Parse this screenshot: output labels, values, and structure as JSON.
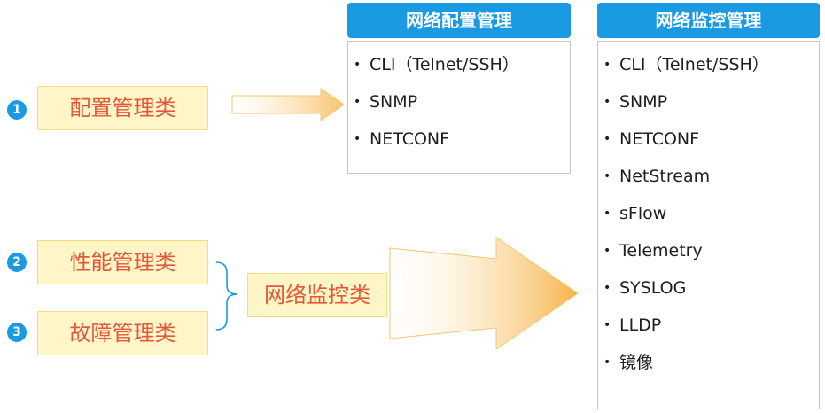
{
  "categories": [
    {
      "num": "1",
      "label": "配置管理类"
    },
    {
      "num": "2",
      "label": "性能管理类"
    },
    {
      "num": "3",
      "label": "故障管理类"
    }
  ],
  "monitor_group": {
    "label": "网络监控类"
  },
  "config_panel": {
    "title": "网络配置管理",
    "items": [
      "CLI（Telnet/SSH）",
      "SNMP",
      "NETCONF"
    ]
  },
  "monitor_panel": {
    "title": "网络监控管理",
    "items": [
      "CLI（Telnet/SSH）",
      "SNMP",
      "NETCONF",
      "NetStream",
      "sFlow",
      "Telemetry",
      "SYSLOG",
      "LLDP",
      "镜像"
    ]
  },
  "colors": {
    "accent_blue": "#1a9ae3",
    "category_fill": "#fff6c8",
    "category_text": "#e4573a",
    "arrow": "#f5b24a"
  }
}
